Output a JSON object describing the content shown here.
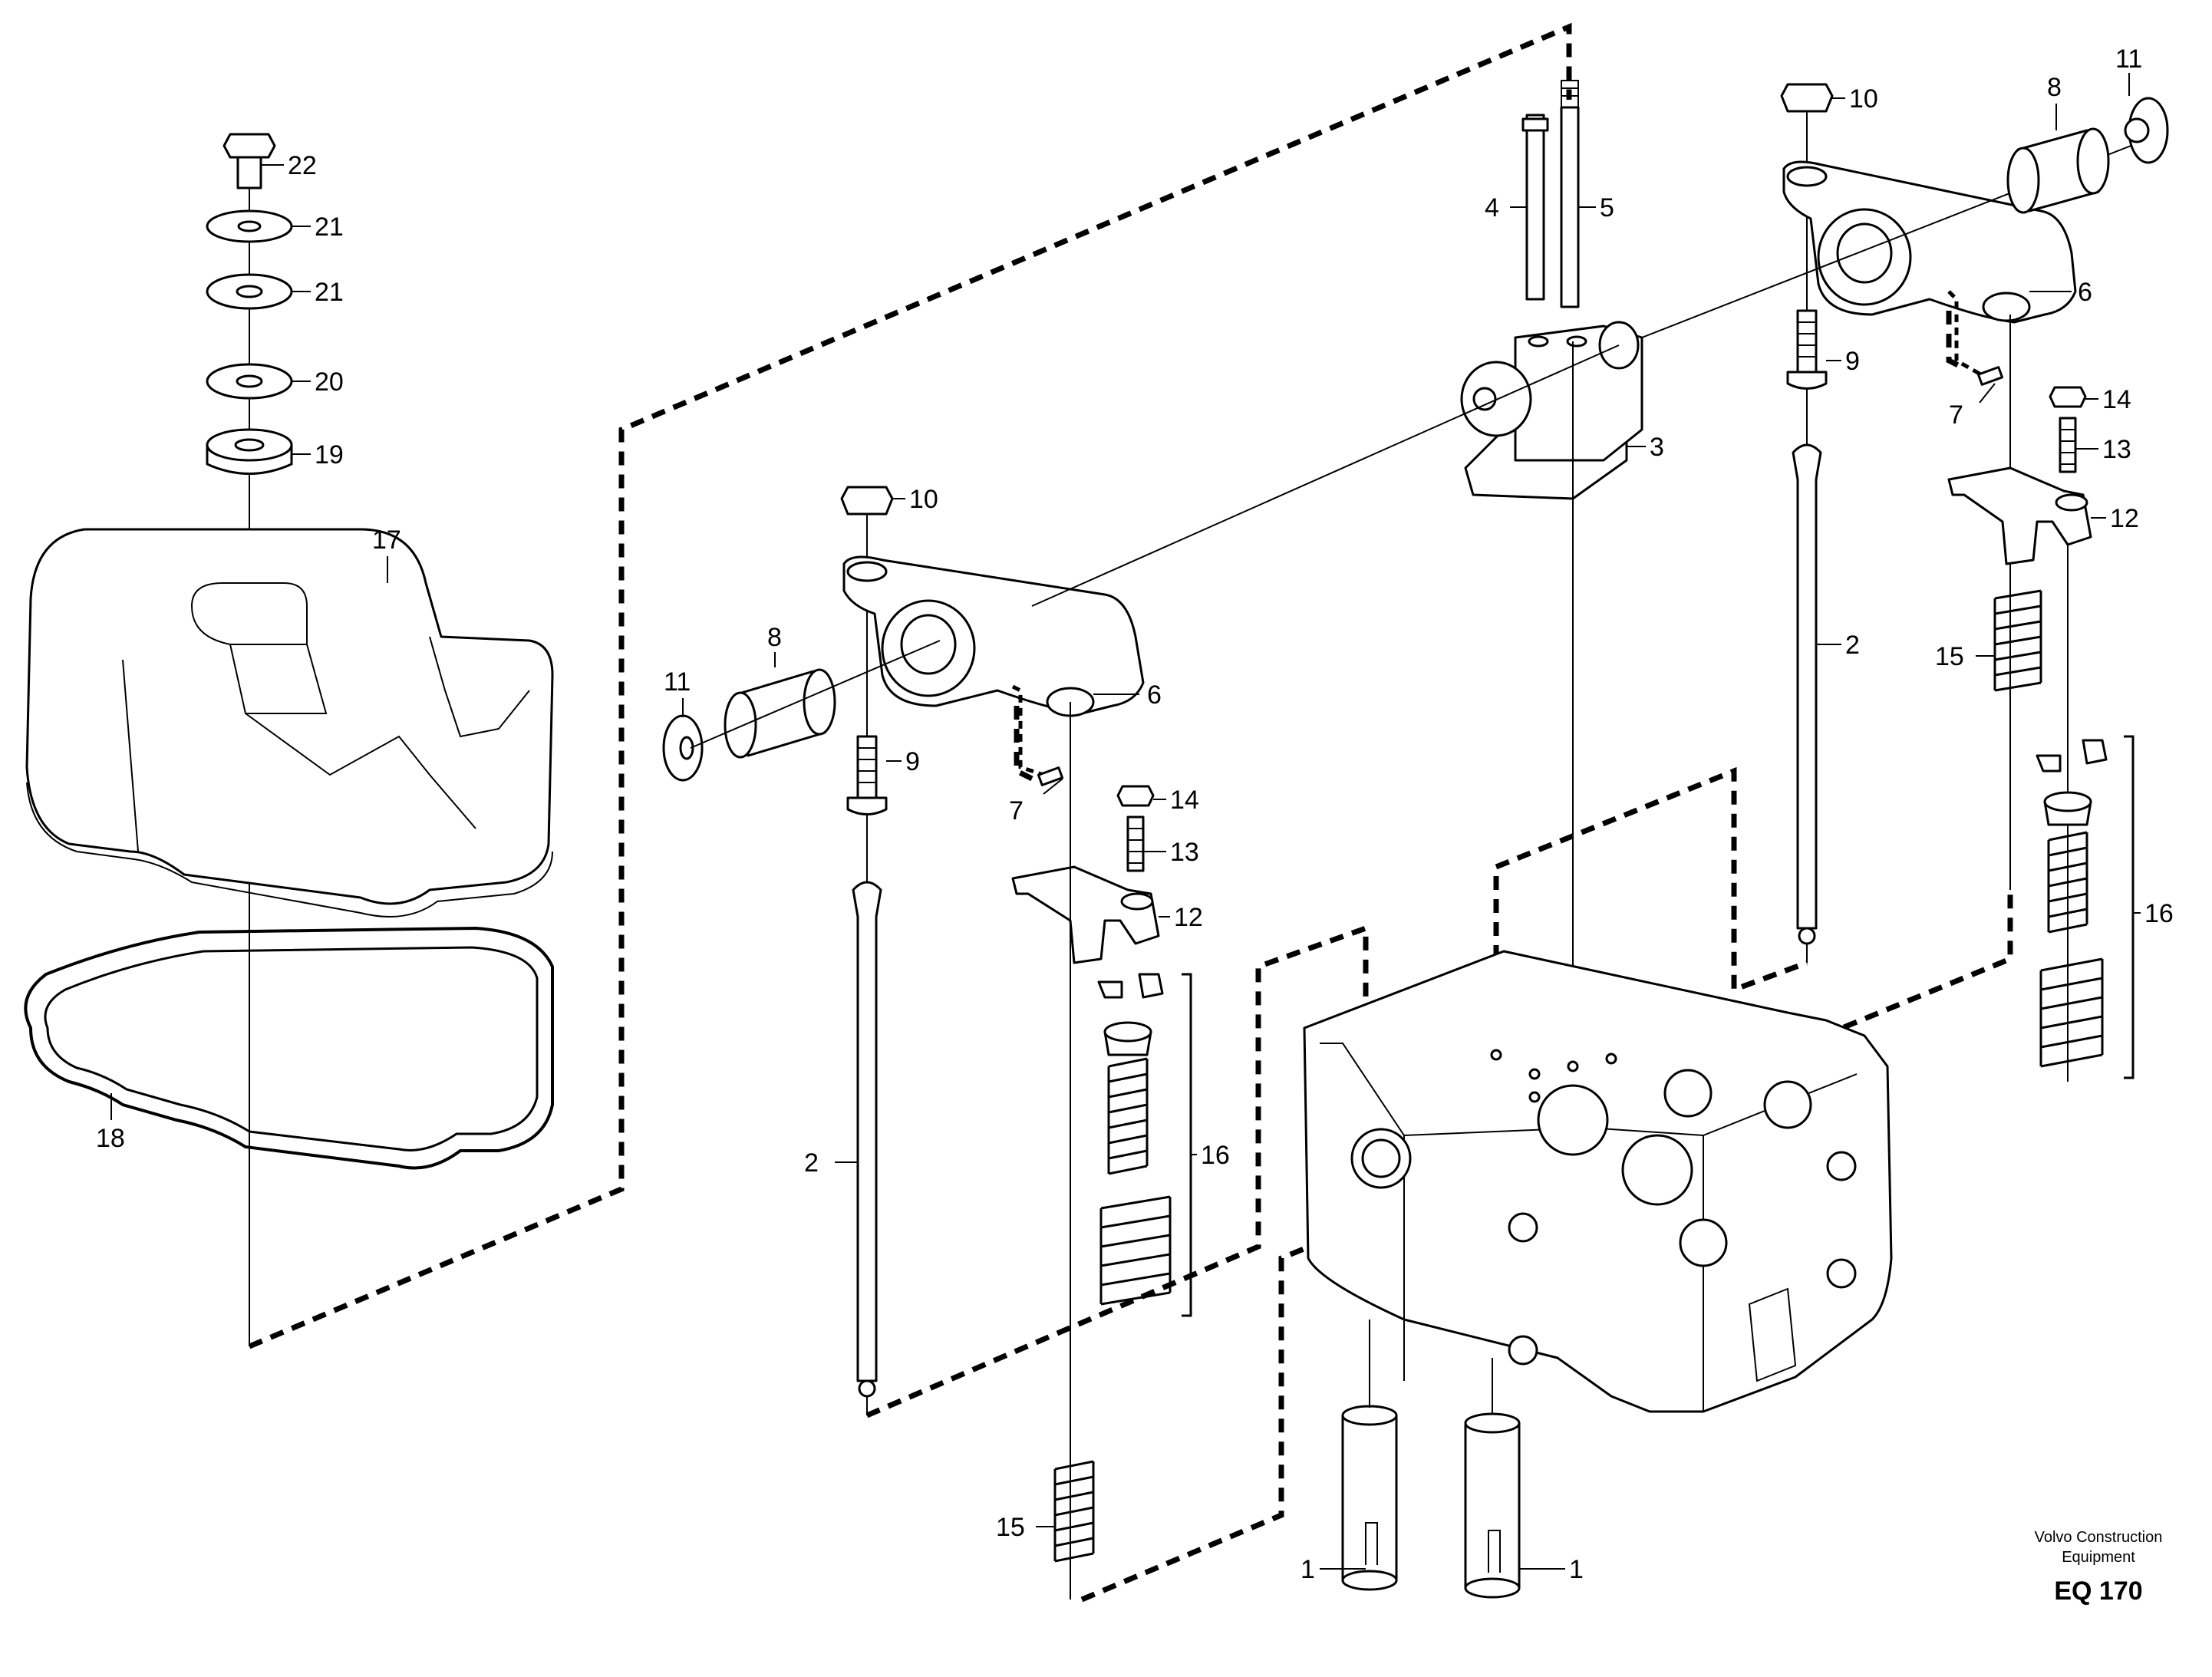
{
  "diagram": {
    "callouts": [
      {
        "id": "c22",
        "label": "22"
      },
      {
        "id": "c21a",
        "label": "21"
      },
      {
        "id": "c21b",
        "label": "21"
      },
      {
        "id": "c20",
        "label": "20"
      },
      {
        "id": "c19",
        "label": "19"
      },
      {
        "id": "c17",
        "label": "17"
      },
      {
        "id": "c18",
        "label": "18"
      },
      {
        "id": "c10a",
        "label": "10"
      },
      {
        "id": "c11a",
        "label": "11"
      },
      {
        "id": "c8a",
        "label": "8"
      },
      {
        "id": "c6a",
        "label": "6"
      },
      {
        "id": "c9a",
        "label": "9"
      },
      {
        "id": "c7a",
        "label": "7"
      },
      {
        "id": "c14a",
        "label": "14"
      },
      {
        "id": "c13a",
        "label": "13"
      },
      {
        "id": "c12a",
        "label": "12"
      },
      {
        "id": "c16a",
        "label": "16"
      },
      {
        "id": "c2a",
        "label": "2"
      },
      {
        "id": "c15a",
        "label": "15"
      },
      {
        "id": "c1a",
        "label": "1"
      },
      {
        "id": "c1b",
        "label": "1"
      },
      {
        "id": "c4",
        "label": "4"
      },
      {
        "id": "c5",
        "label": "5"
      },
      {
        "id": "c3",
        "label": "3"
      },
      {
        "id": "c10b",
        "label": "10"
      },
      {
        "id": "c8b",
        "label": "8"
      },
      {
        "id": "c11b",
        "label": "11"
      },
      {
        "id": "c6b",
        "label": "6"
      },
      {
        "id": "c9b",
        "label": "9"
      },
      {
        "id": "c7b",
        "label": "7"
      },
      {
        "id": "c14b",
        "label": "14"
      },
      {
        "id": "c13b",
        "label": "13"
      },
      {
        "id": "c12b",
        "label": "12"
      },
      {
        "id": "c2b",
        "label": "2"
      },
      {
        "id": "c15b",
        "label": "15"
      },
      {
        "id": "c16b",
        "label": "16"
      }
    ],
    "credit": {
      "line1": "Volvo Construction",
      "line2": "Equipment",
      "code": "EQ 170"
    }
  }
}
